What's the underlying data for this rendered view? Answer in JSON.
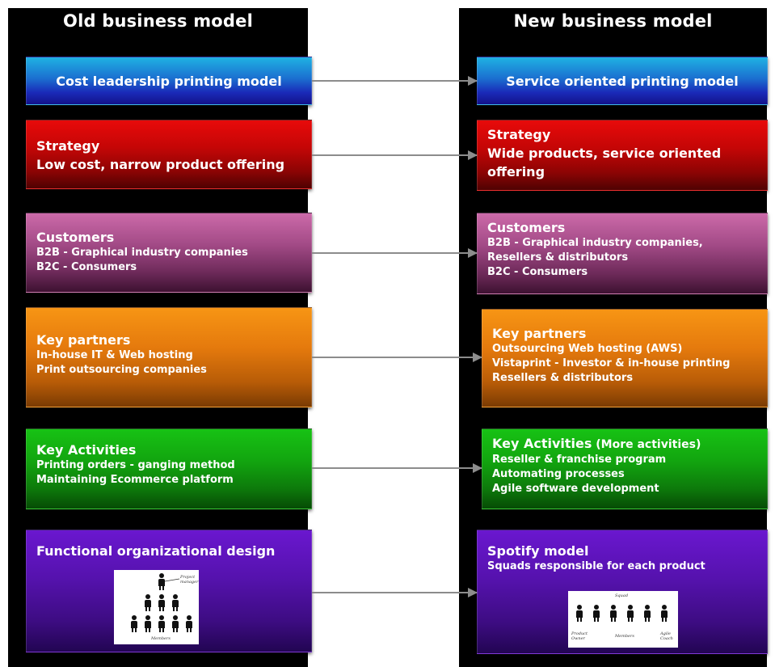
{
  "old_model": {
    "title": "Old business model",
    "model": "Cost leadership printing model",
    "strategy": {
      "heading": "Strategy",
      "line1": "Low cost, narrow product offering"
    },
    "customers": {
      "heading": "Customers",
      "lines": [
        "B2B - Graphical industry companies",
        "B2C - Consumers"
      ]
    },
    "partners": {
      "heading": "Key partners",
      "lines": [
        "In-house IT & Web hosting",
        "Print outsourcing companies"
      ]
    },
    "activities": {
      "heading": "Key Activities",
      "lines": [
        "Printing orders - ganging method",
        "Maintaining Ecommerce platform"
      ]
    },
    "organization": {
      "heading": "Functional organizational design",
      "image_labels": {
        "top": "Project manager",
        "bottom": "Members"
      }
    }
  },
  "new_model": {
    "title": "New business model",
    "model": "Service oriented printing model",
    "strategy": {
      "heading": "Strategy",
      "line1": "Wide products, service oriented",
      "line2": "offering"
    },
    "customers": {
      "heading": "Customers",
      "lines": [
        "B2B - Graphical industry companies,",
        "Resellers & distributors",
        "B2C - Consumers"
      ]
    },
    "partners": {
      "heading": "Key partners",
      "lines": [
        "Outsourcing Web hosting (AWS)",
        "Vistaprint - Investor & in-house printing",
        "Resellers & distributors"
      ]
    },
    "activities": {
      "heading": "Key Activities",
      "heading_suffix": " (More activities)",
      "lines": [
        "Reseller & franchise program",
        "Automating processes",
        "Agile software development"
      ]
    },
    "organization": {
      "heading": "Spotify model",
      "line1": "Squads responsible for each product",
      "image_labels": {
        "top": "Squad",
        "left": "Product Owner",
        "middle": "Members",
        "right": "Agile Coach"
      }
    }
  },
  "colors": {
    "background": "#000000",
    "arrow": "#8c8c8c",
    "blue": "#1a6fd0",
    "red": "#c40606",
    "pink": "#a24a86",
    "orange": "#e57a0d",
    "green": "#12a50f",
    "purple": "#5512ad"
  }
}
